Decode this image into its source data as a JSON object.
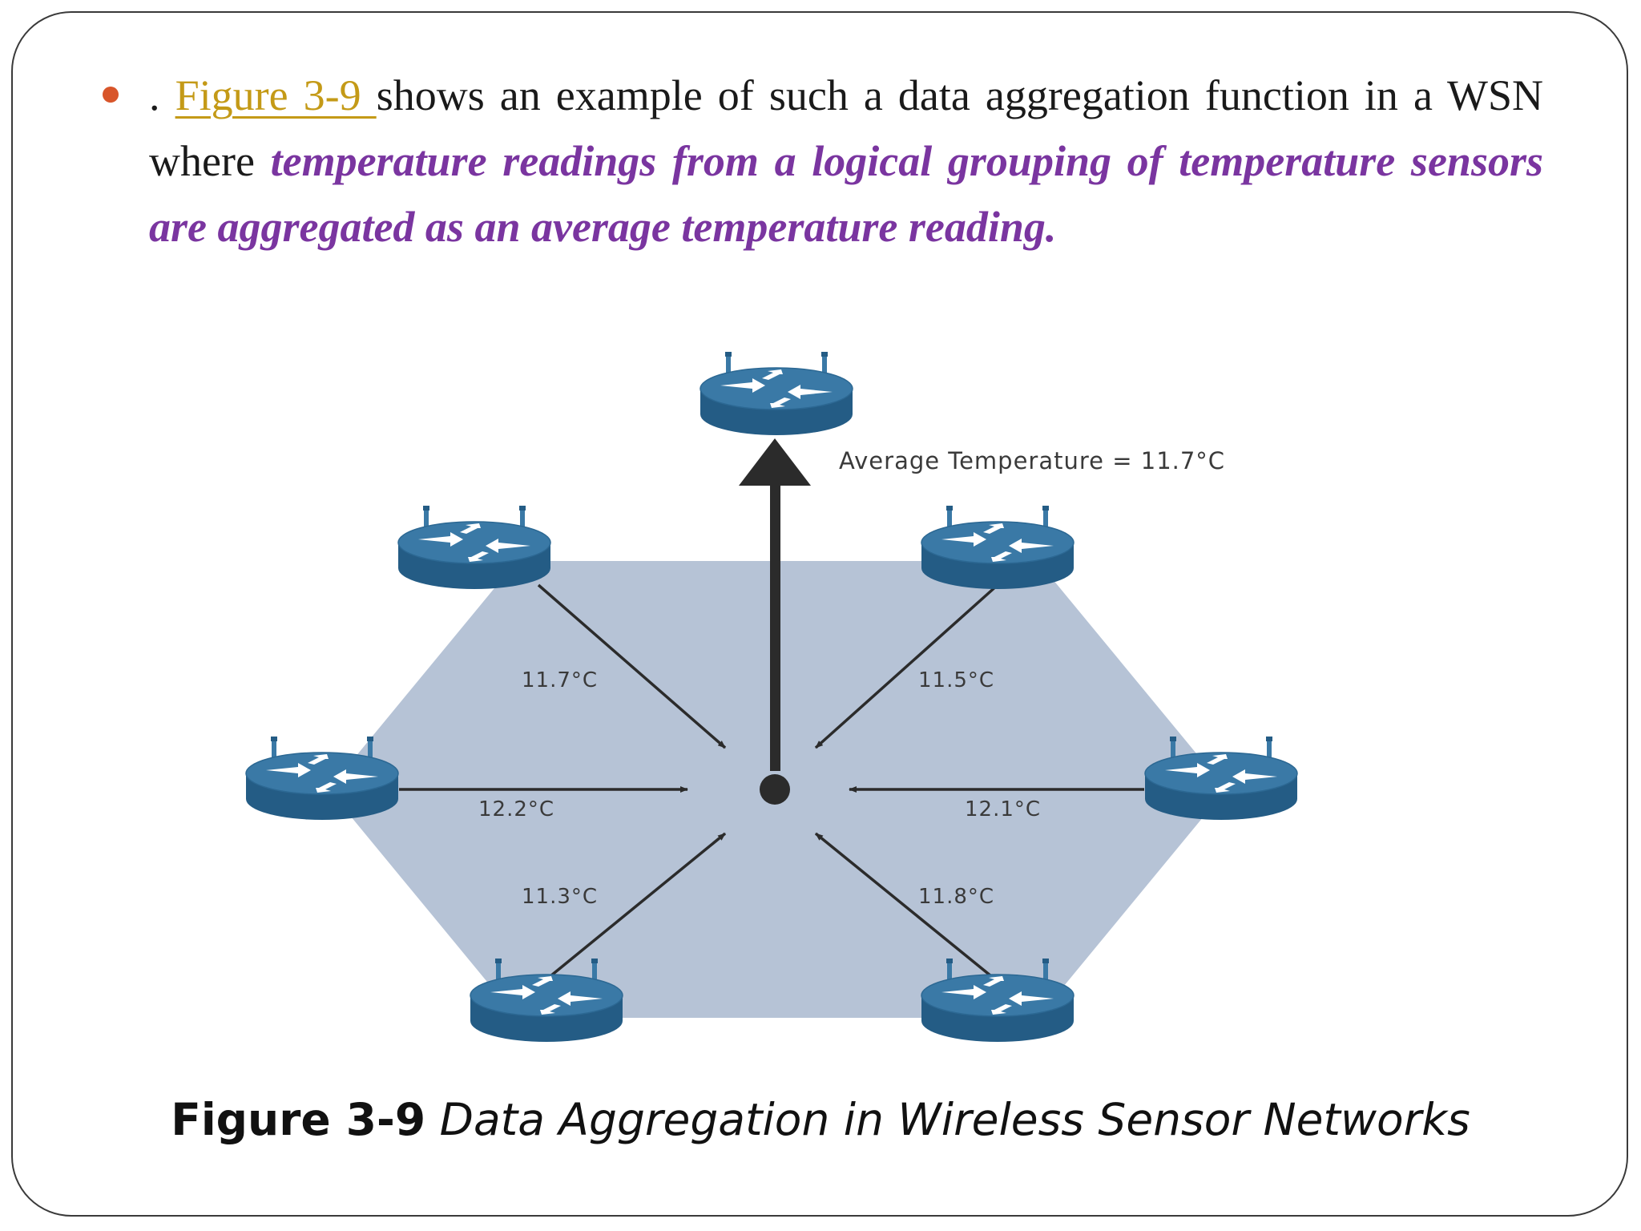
{
  "slide": {
    "bullet": {
      "prefix": ". ",
      "link_text": "Figure 3-9 ",
      "text_after_link": "shows an example of such a data aggregation function in a WSN where ",
      "emphasis_text": "temperature readings from a logical grouping of temperature sensors are aggregated as an average temperature reading."
    }
  },
  "diagram": {
    "average_label": "Average Temperature = 11.7°C",
    "readings": {
      "top_left": "11.7°C",
      "top_right": "11.5°C",
      "left": "12.2°C",
      "right": "12.1°C",
      "bottom_left": "11.3°C",
      "bottom_right": "11.8°C"
    },
    "colors": {
      "router_blue": "#3a79a6",
      "router_dark": "#245c85",
      "hexagon_fill": "#b6c3d6",
      "bullet": "#d8552a",
      "link": "#c49a17",
      "emphasis": "#7a35a0"
    }
  },
  "caption": {
    "number": "Figure 3-9",
    "title": "Data Aggregation in Wireless Sensor Networks"
  }
}
